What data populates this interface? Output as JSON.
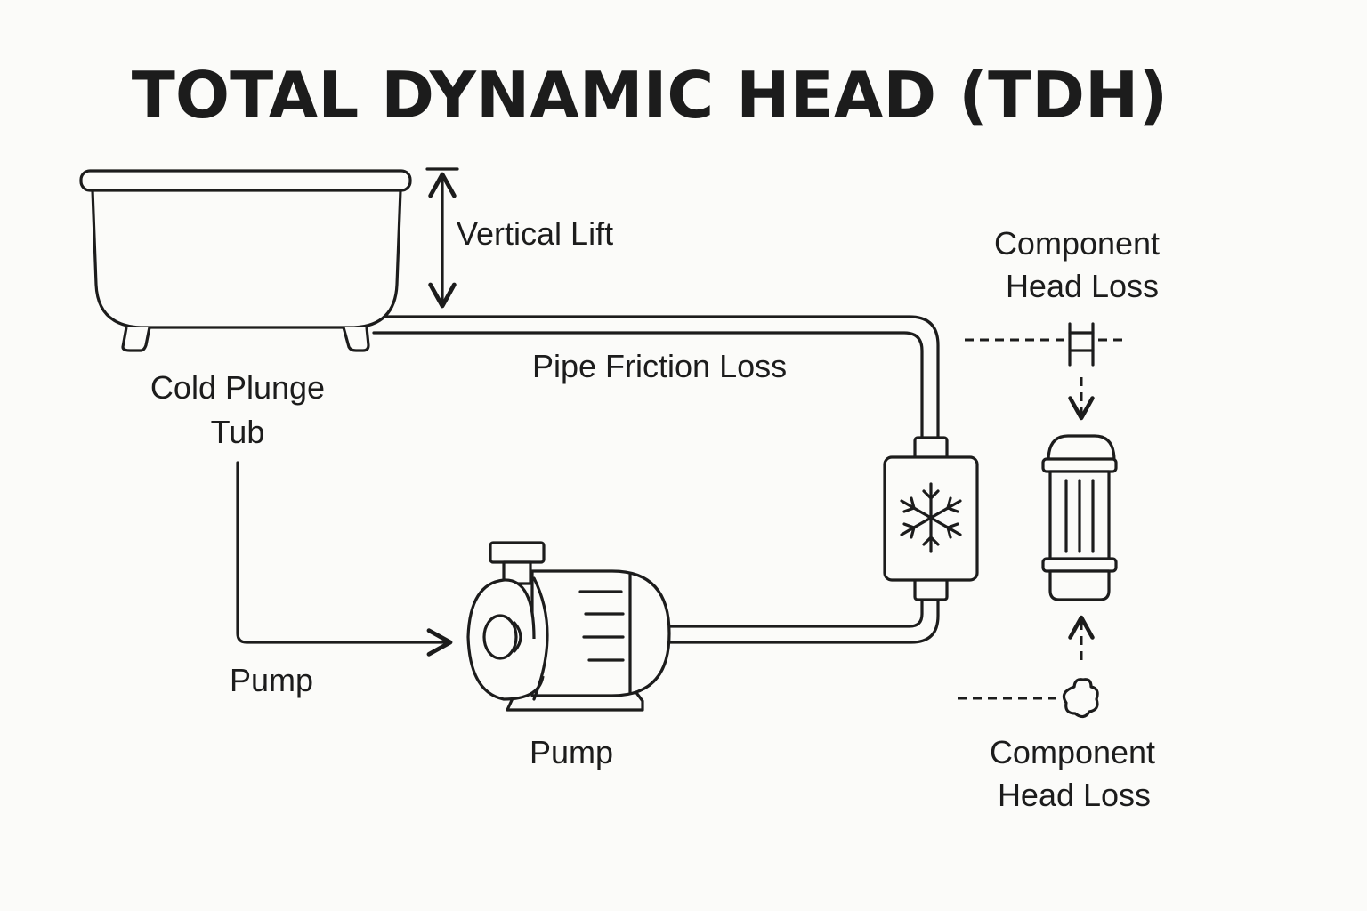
{
  "title": "TOTAL DYNAMIC HEAD (TDH)",
  "labels": {
    "vertical_lift": "Vertical Lift",
    "pipe_friction_loss": "Pipe Friction Loss",
    "tub_line1": "Cold Plunge",
    "tub_line2": "Tub",
    "pump_side": "Pump",
    "pump_under": "Pump",
    "component_top_line1": "Component",
    "component_top_line2": "Head Loss",
    "component_bottom_line1": "Component",
    "component_bottom_line2": "Head Loss"
  },
  "icons": {
    "tub": "bathtub-icon",
    "pump": "centrifugal-pump-icon",
    "chiller": "snowflake-chiller-icon",
    "filter": "cartridge-filter-icon",
    "valve": "valve-icon",
    "fitting": "flower-fitting-icon"
  },
  "colors": {
    "background": "#fbfbf9",
    "ink": "#1c1c1c"
  }
}
